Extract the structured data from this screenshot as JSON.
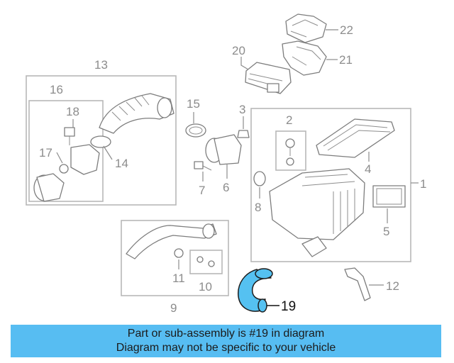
{
  "diagram": {
    "callouts": {
      "c1": "1",
      "c2": "2",
      "c3": "3",
      "c4": "4",
      "c5": "5",
      "c6": "6",
      "c7": "7",
      "c8": "8",
      "c9": "9",
      "c10": "10",
      "c11": "11",
      "c12": "12",
      "c13": "13",
      "c14": "14",
      "c15": "15",
      "c16": "16",
      "c17": "17",
      "c18": "18",
      "c19": "19",
      "c20": "20",
      "c21": "21",
      "c22": "22"
    },
    "highlight_part": "19",
    "highlight_color": "#55c1f1",
    "line_color": "#8c8c8c"
  },
  "banner": {
    "line1": "Part or sub-assembly is #19 in diagram",
    "line2": "Diagram may not be specific to your vehicle",
    "background": "#57bdf2"
  }
}
